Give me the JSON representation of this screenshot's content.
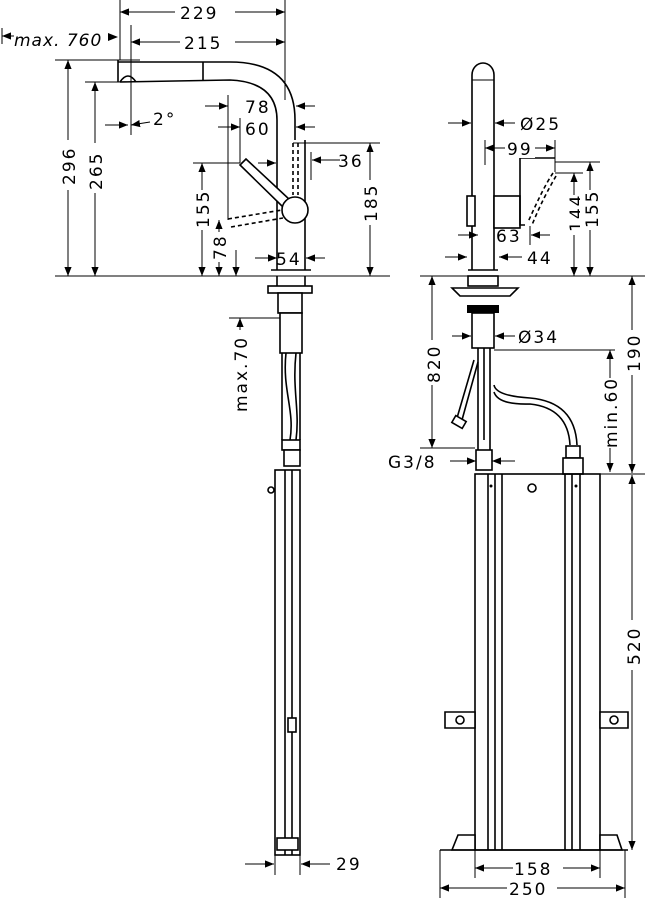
{
  "drawing": {
    "side_view": {
      "dim_229": "229",
      "dim_215": "215",
      "max_760": "max. 760",
      "angle_2": "2°",
      "dim_78_top": "78",
      "dim_60": "60",
      "dim_36": "36",
      "dim_296": "296",
      "dim_265": "265",
      "dim_155": "155",
      "dim_78_low": "78",
      "dim_185": "185",
      "dim_54": "54",
      "max_70": "max.70",
      "dim_29": "29"
    },
    "front_view": {
      "dia_25": "Ø25",
      "dim_99": "99",
      "dim_144": "144",
      "dim_155": "155",
      "dim_63": "63",
      "dim_44": "44",
      "dia_34": "Ø34",
      "dim_820": "820",
      "dim_190": "190",
      "min_60": "min.60",
      "g38": "G3/8",
      "dim_520": "520",
      "dim_158": "158",
      "dim_250": "250"
    }
  }
}
